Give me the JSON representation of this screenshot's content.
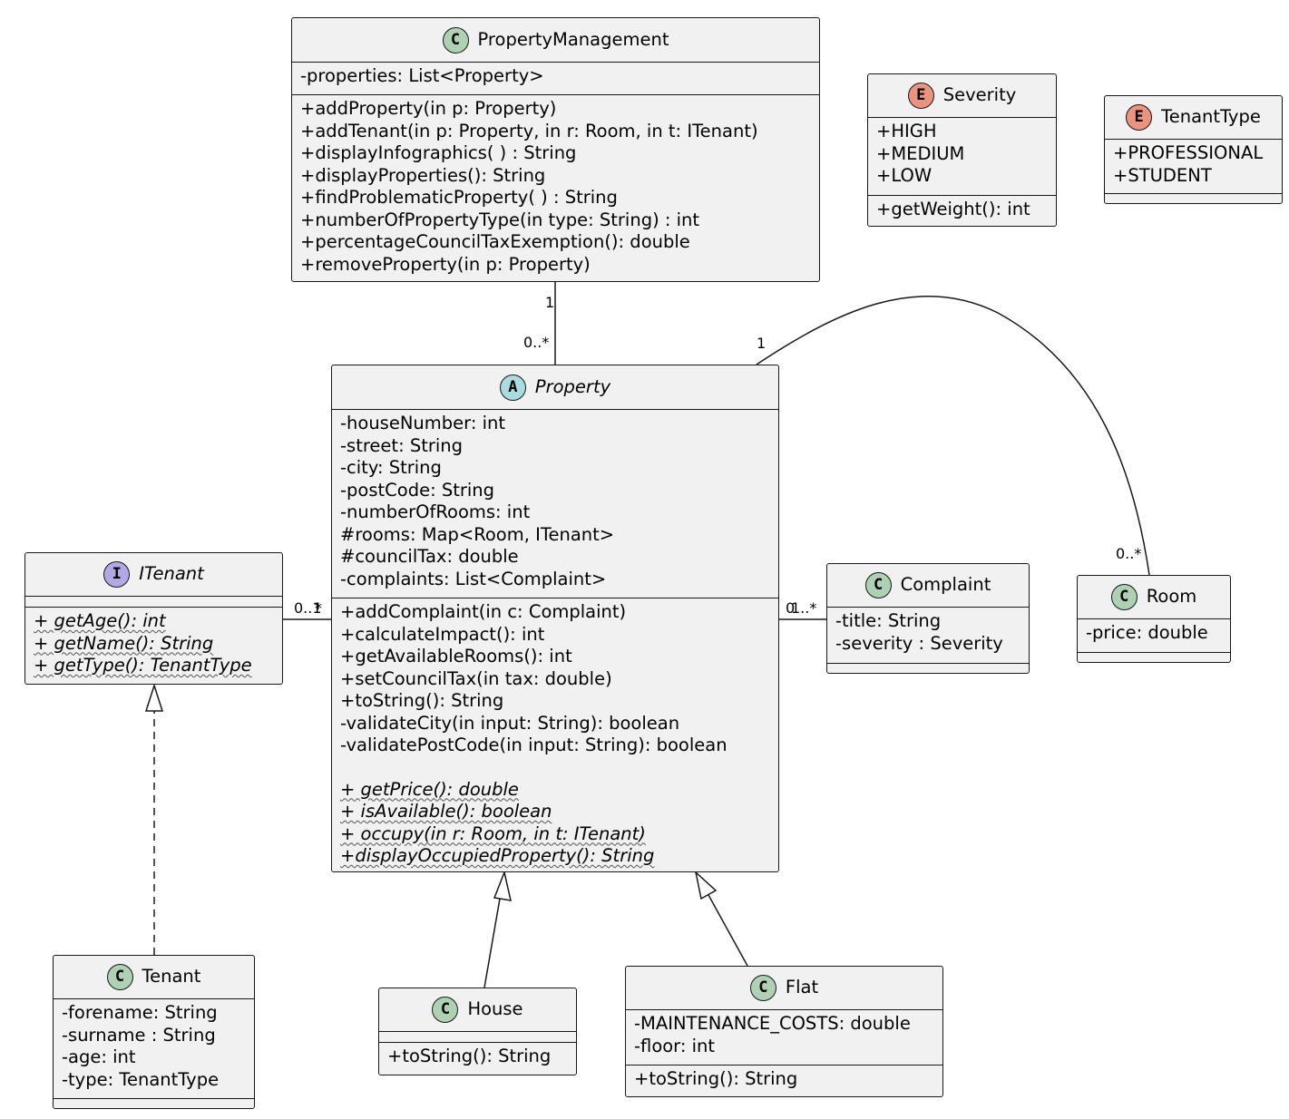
{
  "colors": {
    "class_badge": "#add1b2",
    "abstract_badge": "#a9dcdf",
    "interface_badge": "#b4a7e5",
    "enum_badge": "#eb937f",
    "box_fill": "#f1f1f1",
    "border": "#181818"
  },
  "classes": {
    "property_management": {
      "stereotype_letter": "C",
      "name": "PropertyManagement",
      "attributes": [
        "-properties: List<Property>"
      ],
      "methods": [
        "+addProperty(in p: Property)",
        "+addTenant(in p: Property, in r: Room, in t: ITenant)",
        "+displayInfographics( ) : String",
        "+displayProperties(): String",
        "+findProblematicProperty( ) : String",
        "+numberOfPropertyType(in type: String) : int",
        "+percentageCouncilTaxExemption(): double",
        "+removeProperty(in p: Property)"
      ]
    },
    "severity": {
      "stereotype_letter": "E",
      "name": "Severity",
      "values": [
        "+HIGH",
        "+MEDIUM",
        "+LOW"
      ],
      "methods": [
        "+getWeight(): int"
      ]
    },
    "tenant_type": {
      "stereotype_letter": "E",
      "name": "TenantType",
      "values": [
        "+PROFESSIONAL",
        "+STUDENT"
      ]
    },
    "property": {
      "stereotype_letter": "A",
      "name": "Property",
      "attributes": [
        "-houseNumber: int",
        "-street: String",
        "-city: String",
        "-postCode: String",
        "-numberOfRooms: int",
        "#rooms: Map<Room, ITenant>",
        "#councilTax: double",
        "-complaints: List<Complaint>"
      ],
      "methods": [
        "+addComplaint(in c: Complaint)",
        "+calculateImpact(): int",
        "+getAvailableRooms(): int",
        "+setCouncilTax(in tax: double)",
        "+toString(): String",
        "-validateCity(in input: String): boolean",
        "-validatePostCode(in input: String): boolean"
      ],
      "abstract_methods": [
        "+ getPrice(): double",
        "+ isAvailable(): boolean",
        "+ occupy(in r: Room, in t: ITenant)",
        "+displayOccupiedProperty(): String"
      ]
    },
    "itenant": {
      "stereotype_letter": "I",
      "name": "ITenant",
      "abstract_methods": [
        "+ getAge(): int",
        "+ getName(): String",
        "+ getType(): TenantType"
      ]
    },
    "complaint": {
      "stereotype_letter": "C",
      "name": "Complaint",
      "attributes": [
        "-title: String",
        "-severity : Severity"
      ]
    },
    "room": {
      "stereotype_letter": "C",
      "name": "Room",
      "attributes": [
        "-price: double"
      ]
    },
    "tenant": {
      "stereotype_letter": "C",
      "name": "Tenant",
      "attributes": [
        "-forename: String",
        "-surname : String",
        "-age: int",
        "-type: TenantType"
      ]
    },
    "house": {
      "stereotype_letter": "C",
      "name": "House",
      "methods": [
        "+toString(): String"
      ]
    },
    "flat": {
      "stereotype_letter": "C",
      "name": "Flat",
      "attributes": [
        "-MAINTENANCE_COSTS: double",
        "-floor: int"
      ],
      "methods": [
        "+toString(): String"
      ]
    }
  },
  "multiplicities": {
    "pm_end": "1",
    "property_end_of_pm": "0..*",
    "property_end_of_room": "1",
    "room_end": "0..*",
    "itenant_end": "0..1",
    "property_end_of_itenant": "*",
    "property_end_of_complaint": "0",
    "complaint_end": "1..*"
  }
}
